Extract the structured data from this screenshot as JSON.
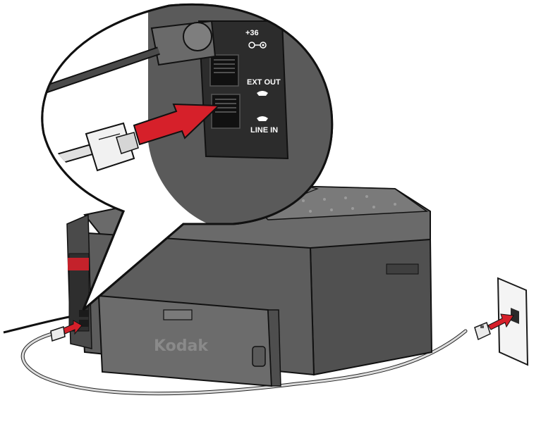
{
  "figure": {
    "port_labels": {
      "power": "+36",
      "ext_out": "EXT OUT",
      "line_in": "LINE IN"
    },
    "brand": "Kodak",
    "colors": {
      "printer_body": "#5d5d5d",
      "printer_dark": "#3f3f3f",
      "arrow": "#d6202a",
      "outline": "#1a1a1a",
      "wall_plate": "#f2f2f2",
      "cable": "#d9d9d9"
    }
  }
}
